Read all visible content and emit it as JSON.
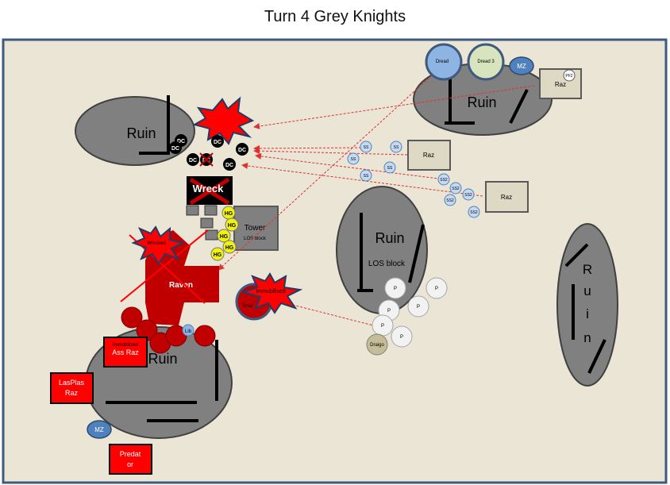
{
  "title": "Turn 4 Grey Knights",
  "labels": {
    "ruin": "Ruin",
    "ruin_vertical": [
      "R",
      "u",
      "i",
      "n"
    ],
    "los_block": "LOS block",
    "tower": "Tower",
    "tower_los": "LOS block",
    "wreck": "Wreck",
    "wrecked": "Wrecked",
    "immobilised": "Immobilised",
    "dread_partial": "Dred",
    "raven": "Raven",
    "lib": "Lib",
    "ass_raz": "Ass Raz",
    "immobilized_small": "Immobilized",
    "lasplas_raz": [
      "LasPlas",
      "Raz"
    ],
    "predator": [
      "Predat",
      "or"
    ],
    "mz": "MZ",
    "dread": "Dread",
    "dread3": "Dread 3",
    "pf2": "PF2",
    "raz": "Raz",
    "ss": "SS",
    "ss2": "SS2",
    "dc": "DC",
    "hg": "HG",
    "p": "P",
    "draigo": "Draigo"
  },
  "colors": {
    "board_fill": "#ebe5d6",
    "board_border": "#3e5a7e",
    "ruin_fill": "#808080",
    "red": "#ff0000",
    "dark_red": "#c00000",
    "arrow": "#e03030",
    "grey_knight_vehicle": "#ddd9c4",
    "ss_fill": "#c5d9f1",
    "hg_fill": "#f2f20f",
    "mz_fill": "#4f81bd",
    "dread_fill": "#8eb4e3",
    "dread3_fill": "#d7e4bd",
    "p_fill": "#f2f2f2",
    "draigo_fill": "#c4bd97"
  }
}
